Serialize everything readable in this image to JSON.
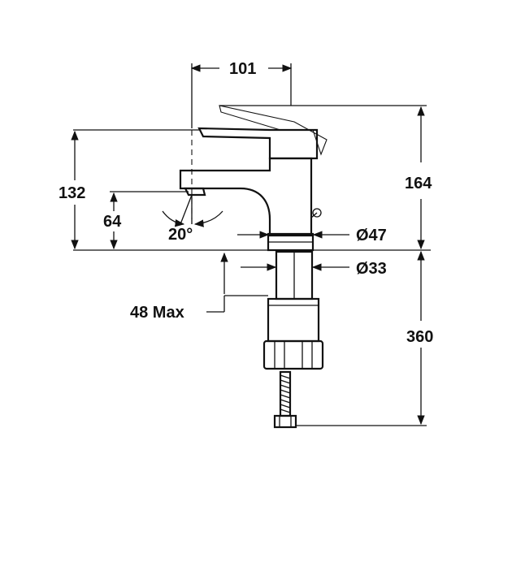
{
  "dimensions": {
    "width_101": "101",
    "height_164": "164",
    "height_132": "132",
    "height_64": "64",
    "angle_20": "20°",
    "dia_47": "Ø47",
    "dia_33": "Ø33",
    "max_48": "48 Max",
    "hose_360": "360"
  },
  "colors": {
    "ink": "#111111",
    "background": "#ffffff"
  }
}
